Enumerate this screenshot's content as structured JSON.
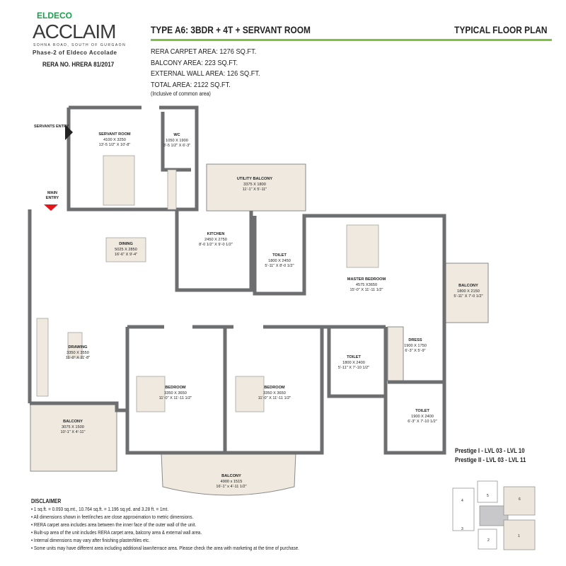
{
  "brand": {
    "name_top": "ELDECO",
    "name_main": "ACCLAIM",
    "tagline": "SOHNA ROAD, SOUTH OF GURGAON",
    "phase": "Phase-2 of Eldeco Accolade",
    "rera_no": "RERA NO. HRERA 81/2017"
  },
  "header": {
    "title": "TYPE A6: 3BDR + 4T + SERVANT ROOM",
    "right_title": "TYPICAL FLOOR PLAN",
    "accent_color": "#7cc242"
  },
  "areas": {
    "carpet": "RERA CARPET AREA: 1276 SQ.FT.",
    "balcony": "BALCONY AREA: 223 SQ.FT.",
    "external_wall": "EXTERNAL WALL AREA: 126 SQ.FT.",
    "total": "TOTAL AREA: 2122  SQ.FT.",
    "note": "(Inclusive of common area)"
  },
  "entries": {
    "servants": "SERVANTS ENTRY",
    "main": "MAIN ENTRY"
  },
  "rooms": [
    {
      "name": "SERVANT ROOM",
      "metric": "4100 X 3250",
      "imperial": "13'-5 1/2\" X 10'-8\""
    },
    {
      "name": "WC",
      "metric": "1050 X 1900",
      "imperial": "3'-5 1/2\" X 6'-3\""
    },
    {
      "name": "UTILITY BALCONY",
      "metric": "3375 X 1800",
      "imperial": "11'-1\" X 5'-11\""
    },
    {
      "name": "KITCHEN",
      "metric": "2450 X 2750",
      "imperial": "8'-0 1/2\" X 9'-0 1/2\""
    },
    {
      "name": "TOILET",
      "metric": "1800 X 2450",
      "imperial": "5'-11\" X 8'-0 1/2\""
    },
    {
      "name": "DINING",
      "metric": "5025 X 2850",
      "imperial": "16'-6\" X 9'-4\""
    },
    {
      "name": "MASTER BEDROOM",
      "metric": "4575 X3650",
      "imperial": "15'-0\" X 11'-11 1/2\""
    },
    {
      "name": "BALCONY",
      "metric": "1800 X 2150",
      "imperial": "5'-11\" X 7'-0 1/2\""
    },
    {
      "name": "DRAWING",
      "metric": "3350 X 3550",
      "imperial": "11'-0\" X 11'-8\""
    },
    {
      "name": "DRESS",
      "metric": "1900 X 1750",
      "imperial": "6'-3\" X 5'-9\""
    },
    {
      "name": "TOILET",
      "metric": "1800 X 2400",
      "imperial": "5'-11\" X 7'-10 1/2\""
    },
    {
      "name": "BEDROOM",
      "metric": "3350 X 3650",
      "imperial": "11'-0\" X 11'-11 1/2\""
    },
    {
      "name": "BEDROOM",
      "metric": "3350 X 3650",
      "imperial": "11'-0\" X 11'-11 1/2\""
    },
    {
      "name": "TOILET",
      "metric": "1900 X 2400",
      "imperial": "6'-3\" X 7'-10 1/2\""
    },
    {
      "name": "BALCONY",
      "metric": "3075 X 1500",
      "imperial": "10'-1\" X 4'-11\""
    },
    {
      "name": "BALCONY",
      "metric": "4900 x 1515",
      "imperial": "16'-1\" x 4'-11 1/2\""
    }
  ],
  "levels": {
    "line1": "Prestige I - LVL 03 - LVL 10",
    "line2": "Prestige II - LVL 03 - LVL 11"
  },
  "key_plan": {
    "units": [
      "1",
      "2",
      "3",
      "4",
      "5",
      "6"
    ],
    "highlight_color": "#ece6dc",
    "core_color": "#c8c8ca"
  },
  "disclaimer": {
    "heading": "DISCLAIMER",
    "items": [
      "• 1 sq.ft. = 0.093 sq.mt., 10.764 sq.ft. = 1.196 sq.yd. and 3.28 ft. = 1mt.",
      "• All dimensions shown in feet/inches are close approximation to metric dimensions.",
      "• RERA carpet area includes area between the inner face of the outer wall of the unit.",
      "• Built-up area of the unit includes RERA carpet area, balcony area & external wall area.",
      "• Internal dimensions may vary after finishing plaster/tiles etc.",
      "• Some units may have different area including additional lawn/terrace area. Please check the area with marketing at the time of purchase."
    ]
  }
}
